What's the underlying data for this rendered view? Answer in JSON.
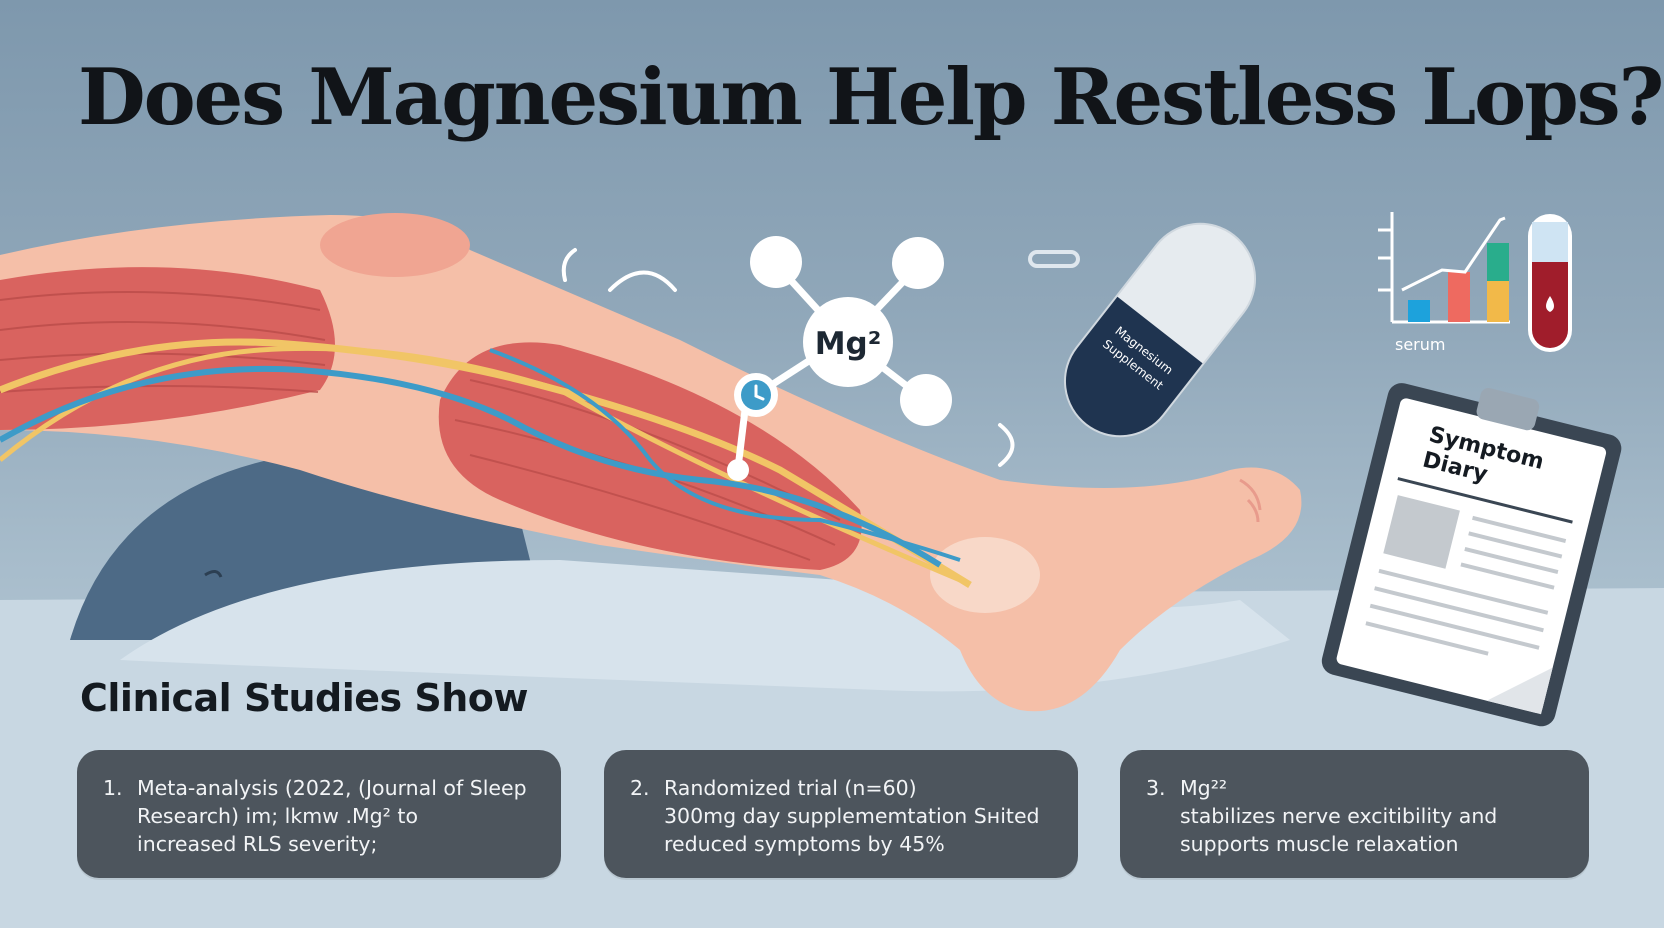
{
  "title": "Does Magnesium Help Restless Lops?",
  "molecule": {
    "label": "Mg²"
  },
  "capsule": {
    "line1": "Magnesium",
    "line2": "Supplement"
  },
  "chart_icon": {
    "label": "serum"
  },
  "clipboard": {
    "line1": "Symptom",
    "line2": "Diary"
  },
  "section": {
    "title": "Clinical Studies Show"
  },
  "cards": [
    {
      "number": "1.",
      "lines": [
        "Meta-analysis (2022, (Journal of Sleep",
        "Research)  im;    lkmw .Mg² to",
        "increased RLS severity;"
      ]
    },
    {
      "number": "2.",
      "lines": [
        "Randomized trial (n=60)",
        "300mg day supplememtation Ѕнited",
        "reduced symptoms by 45%"
      ]
    },
    {
      "number": "3.",
      "lines": [
        "Mg²²",
        "stabilizes nerve excitibility and",
        "supports muscle relaxation"
      ]
    }
  ],
  "colors": {
    "background": "#8ea5b8",
    "muscle": "#d9635f",
    "skin": "#f5bfa8",
    "nerve_blue": "#3d9bc8",
    "nerve_yellow": "#f1c566",
    "card_bg": "#4d555d",
    "capsule_dark": "#1f3450"
  },
  "icons": [
    "molecule-icon",
    "clock-icon",
    "capsule-icon",
    "bar-chart-icon",
    "test-tube-icon",
    "blood-drop-icon",
    "clipboard-icon"
  ]
}
